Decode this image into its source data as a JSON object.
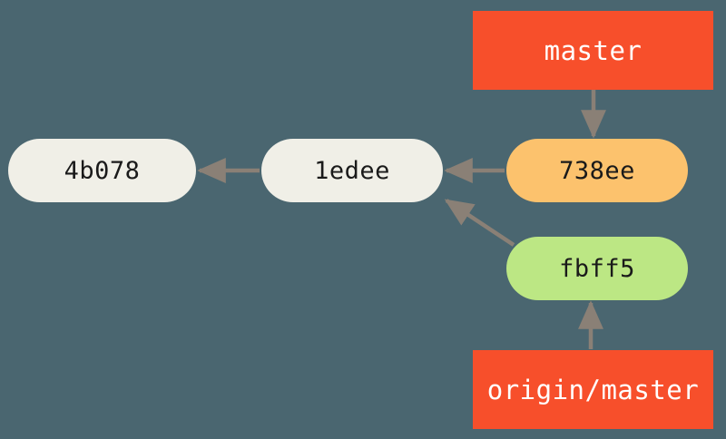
{
  "diagram": {
    "title": "Git commit and branch reference graph",
    "background_color": "#4a6670",
    "edge_color": "#8a8076",
    "nodes": [
      {
        "id": "4b078",
        "label": "4b078",
        "kind": "commit",
        "shape": "rounded-pill",
        "fill": "#f0efe7",
        "text_color": "#1a1a1a"
      },
      {
        "id": "1edee",
        "label": "1edee",
        "kind": "commit",
        "shape": "rounded-pill",
        "fill": "#f0efe7",
        "text_color": "#1a1a1a"
      },
      {
        "id": "738ee",
        "label": "738ee",
        "kind": "commit",
        "shape": "rounded-pill",
        "fill": "#fcc26d",
        "text_color": "#1a1a1a"
      },
      {
        "id": "fbff5",
        "label": "fbff5",
        "kind": "commit",
        "shape": "rounded-pill",
        "fill": "#bce784",
        "text_color": "#1a1a1a"
      },
      {
        "id": "master",
        "label": "master",
        "kind": "branch-ref",
        "shape": "rectangle",
        "fill": "#f74f2b",
        "text_color": "#ffffff"
      },
      {
        "id": "origin-master",
        "label": "origin/master",
        "kind": "remote-ref",
        "shape": "rectangle",
        "fill": "#f74f2b",
        "text_color": "#ffffff"
      }
    ],
    "edges": [
      {
        "id": "edge-1edee-to-4b078",
        "from": "1edee",
        "to": "4b078",
        "direction": "left"
      },
      {
        "id": "edge-738ee-to-1edee",
        "from": "738ee",
        "to": "1edee",
        "direction": "left"
      },
      {
        "id": "edge-fbff5-to-1edee",
        "from": "fbff5",
        "to": "1edee",
        "direction": "up-left"
      },
      {
        "id": "edge-master-to-738ee",
        "from": "master",
        "to": "738ee",
        "direction": "down"
      },
      {
        "id": "edge-origin-master-to-fbff5",
        "from": "origin-master",
        "to": "fbff5",
        "direction": "up"
      }
    ]
  }
}
